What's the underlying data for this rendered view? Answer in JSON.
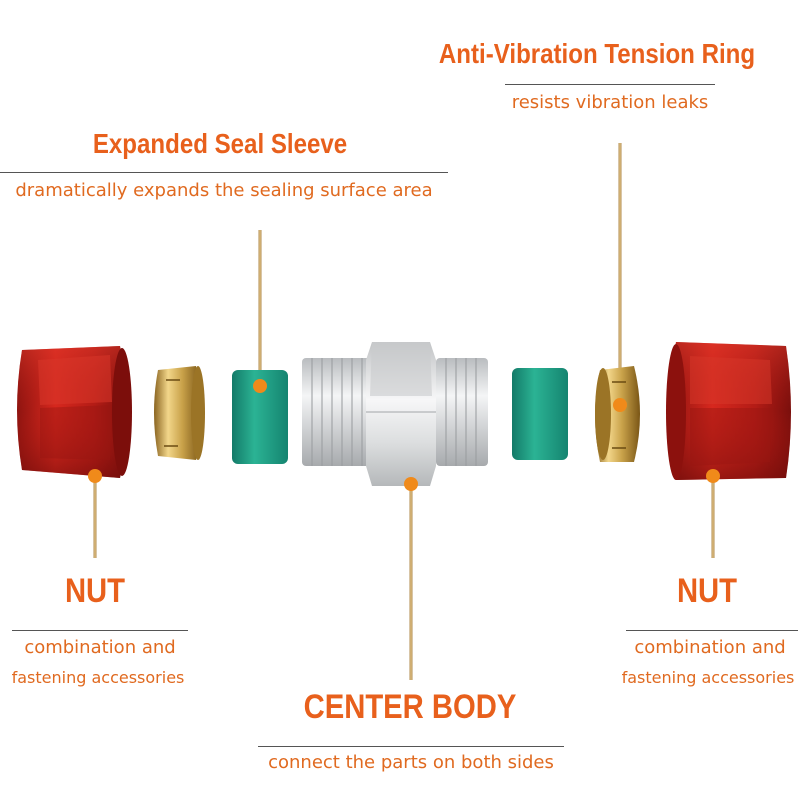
{
  "labels": {
    "tension_ring": {
      "title": "Anti-Vibration Tension Ring",
      "subtitle": "resists vibration leaks"
    },
    "seal_sleeve": {
      "title": "Expanded Seal Sleeve",
      "subtitle": "dramatically expands the sealing surface area"
    },
    "nut_left": {
      "title": "NUT",
      "subtitle_line1": "combination and",
      "subtitle_line2": "fastening accessories"
    },
    "nut_right": {
      "title": "NUT",
      "subtitle_line1": "combination and",
      "subtitle_line2": "fastening accessories"
    },
    "center_body": {
      "title": "CENTER BODY",
      "subtitle": "connect the parts on both sides"
    }
  },
  "colors": {
    "accent": "#e8601c",
    "nut": "#c41f1a",
    "brass": "#c9a24a",
    "seal": "#1f9e86",
    "steel": "#d4d6d8",
    "pointer": "#c8a25a",
    "dot": "#f08a1a"
  }
}
